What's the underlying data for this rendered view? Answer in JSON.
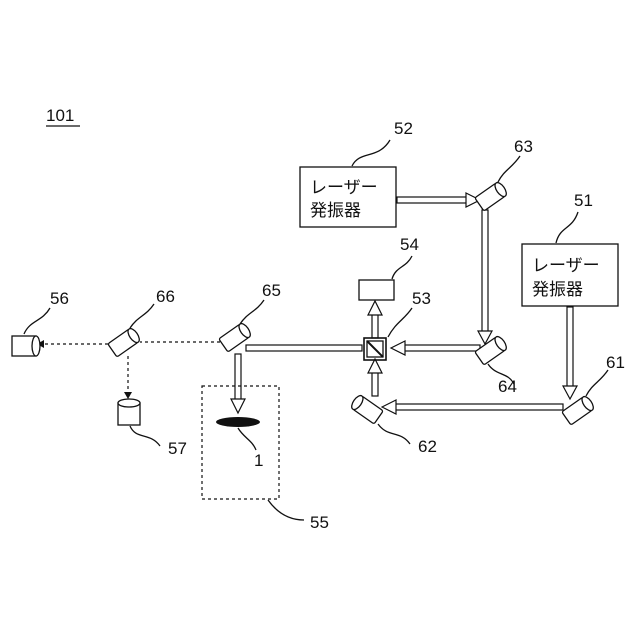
{
  "figure_id": "101",
  "laser_52": {
    "ref": "52",
    "line1": "レーザー",
    "line2": "発振器"
  },
  "laser_51": {
    "ref": "51",
    "line1": "レーザー",
    "line2": "発振器"
  },
  "labels": {
    "mirror_63": "63",
    "mirror_64": "64",
    "mirror_61": "61",
    "mirror_62": "62",
    "mirror_65": "65",
    "mirror_66": "66",
    "beam_combiner_53": "53",
    "detector_54": "54",
    "chamber_55": "55",
    "detector_56": "56",
    "detector_57": "57",
    "target_1": "1"
  }
}
